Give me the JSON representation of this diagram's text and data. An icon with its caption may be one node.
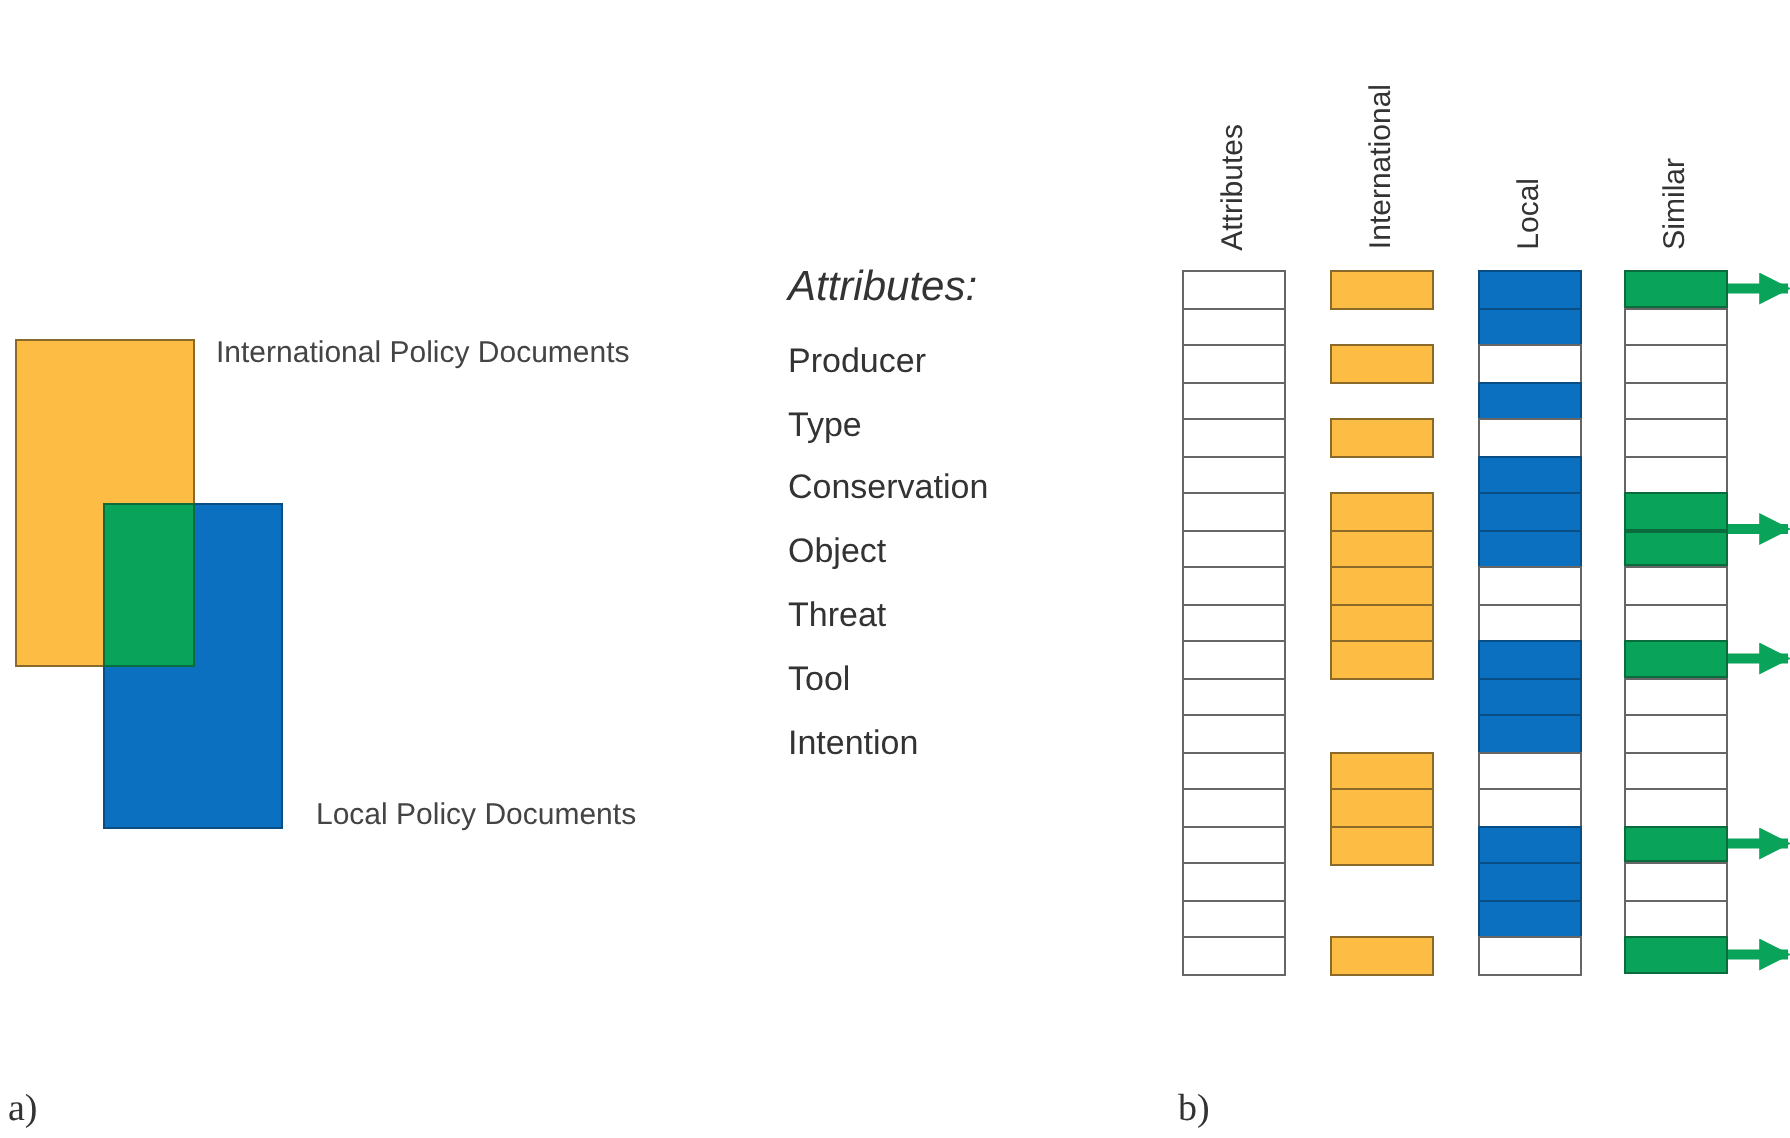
{
  "diagram": {
    "nodes": [
      {
        "text": [],
        "shape": "box",
        "beside": [
          "International Policy Documents"
        ]
      },
      {
        "text": [],
        "shape": "box",
        "beside": [
          "Local Policy Documents"
        ]
      },
      {
        "text": [],
        "shape": "box"
      },
      {
        "text": [],
        "shape": "bar"
      },
      {
        "text": [],
        "shape": "bar"
      },
      {
        "text": [],
        "shape": "bar"
      },
      {
        "text": [],
        "shape": "bar"
      },
      {
        "text": [],
        "shape": "bar"
      }
    ],
    "edges": [
      {
        "from": 3,
        "to": null,
        "arrow": "to"
      },
      {
        "from": 4,
        "to": null,
        "arrow": "to"
      },
      {
        "from": 5,
        "to": null,
        "arrow": "to"
      },
      {
        "from": 6,
        "to": null,
        "arrow": "to"
      },
      {
        "from": 7,
        "to": null,
        "arrow": "to"
      }
    ],
    "labels": [
      "Attributes",
      "International",
      "Local",
      "Similar",
      "Attributes:",
      "Producer",
      "Type",
      "Conservation",
      "Object",
      "Threat",
      "Tool",
      "Intention",
      "a)",
      "b)"
    ]
  }
}
